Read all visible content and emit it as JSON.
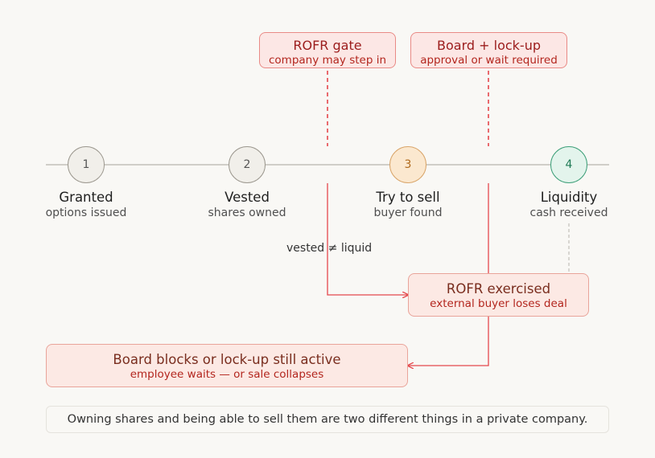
{
  "gates": [
    {
      "title": "ROFR gate",
      "subtitle": "company may step in"
    },
    {
      "title": "Board + lock-up",
      "subtitle": "approval or wait required"
    }
  ],
  "stages": [
    {
      "number": "1",
      "title": "Granted",
      "subtitle": "options issued"
    },
    {
      "number": "2",
      "title": "Vested",
      "subtitle": "shares owned"
    },
    {
      "number": "3",
      "title": "Try to sell",
      "subtitle": "buyer found"
    },
    {
      "number": "4",
      "title": "Liquidity",
      "subtitle": "cash received"
    }
  ],
  "annotation": "vested ≠ liquid",
  "outcomes": [
    {
      "title": "ROFR exercised",
      "subtitle": "external buyer loses deal"
    },
    {
      "title": "Board blocks or lock-up still active",
      "subtitle": "employee waits — or sale collapses"
    }
  ],
  "caption": "Owning shares and being able to sell them are two different things in a private company.",
  "colors": {
    "timeline": "#b7b4ad",
    "gate_line": "#e5484d",
    "node_default_fill": "#f1efea",
    "node_default_stroke": "#9c988f",
    "node_sell_fill": "#fbe8cf",
    "node_sell_stroke": "#d9a56a",
    "node_liquidity_fill": "#e3f4ec",
    "node_liquidity_stroke": "#3fa07a"
  }
}
